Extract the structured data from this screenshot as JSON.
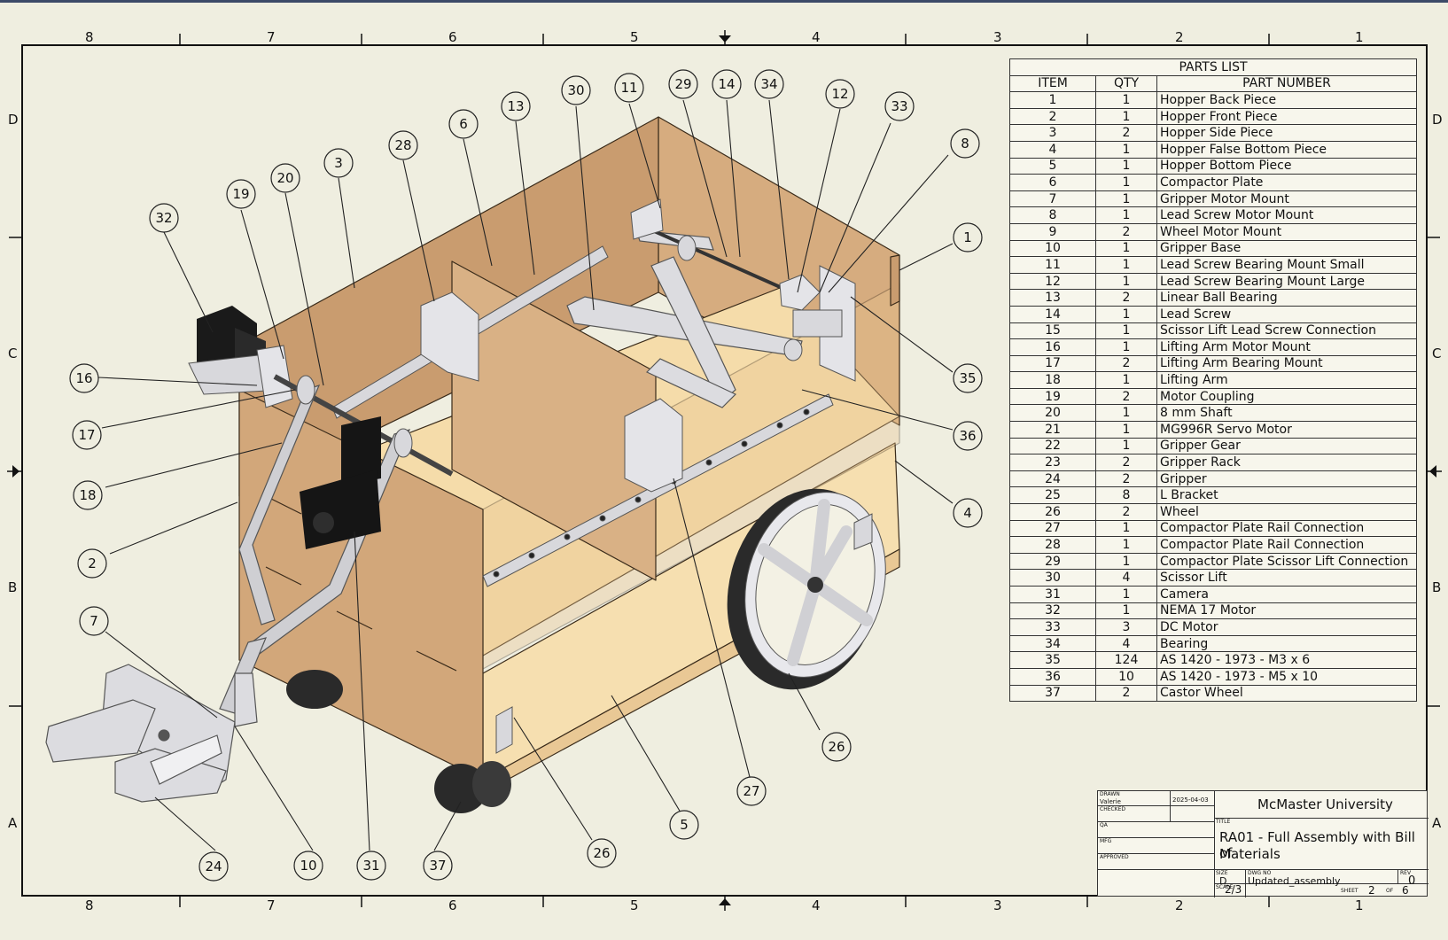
{
  "border": {
    "columns": [
      "8",
      "7",
      "6",
      "5",
      "4",
      "3",
      "2",
      "1"
    ],
    "rows": [
      "D",
      "C",
      "B",
      "A"
    ]
  },
  "parts_list": {
    "title": "PARTS LIST",
    "headers": [
      "ITEM",
      "QTY",
      "PART NUMBER"
    ],
    "rows": [
      [
        "1",
        "1",
        "Hopper Back Piece"
      ],
      [
        "2",
        "1",
        "Hopper Front Piece"
      ],
      [
        "3",
        "2",
        "Hopper Side Piece"
      ],
      [
        "4",
        "1",
        "Hopper False Bottom Piece"
      ],
      [
        "5",
        "1",
        "Hopper Bottom Piece"
      ],
      [
        "6",
        "1",
        "Compactor Plate"
      ],
      [
        "7",
        "1",
        "Gripper Motor Mount"
      ],
      [
        "8",
        "1",
        "Lead Screw Motor Mount"
      ],
      [
        "9",
        "2",
        "Wheel Motor Mount"
      ],
      [
        "10",
        "1",
        "Gripper Base"
      ],
      [
        "11",
        "1",
        "Lead Screw Bearing Mount Small"
      ],
      [
        "12",
        "1",
        "Lead Screw Bearing Mount Large"
      ],
      [
        "13",
        "2",
        "Linear Ball Bearing"
      ],
      [
        "14",
        "1",
        "Lead Screw"
      ],
      [
        "15",
        "1",
        "Scissor Lift Lead Screw Connection"
      ],
      [
        "16",
        "1",
        "Lifting Arm Motor Mount"
      ],
      [
        "17",
        "2",
        "Lifting Arm Bearing Mount"
      ],
      [
        "18",
        "1",
        "Lifting Arm"
      ],
      [
        "19",
        "2",
        "Motor Coupling"
      ],
      [
        "20",
        "1",
        "8 mm Shaft"
      ],
      [
        "21",
        "1",
        "MG996R Servo Motor"
      ],
      [
        "22",
        "1",
        "Gripper Gear"
      ],
      [
        "23",
        "2",
        "Gripper Rack"
      ],
      [
        "24",
        "2",
        "Gripper"
      ],
      [
        "25",
        "8",
        "L Bracket"
      ],
      [
        "26",
        "2",
        "Wheel"
      ],
      [
        "27",
        "1",
        "Compactor Plate Rail Connection"
      ],
      [
        "28",
        "1",
        "Compactor Plate Rail Connection"
      ],
      [
        "29",
        "1",
        "Compactor Plate Scissor Lift Connection"
      ],
      [
        "30",
        "4",
        "Scissor Lift"
      ],
      [
        "31",
        "1",
        "Camera"
      ],
      [
        "32",
        "1",
        "NEMA 17 Motor"
      ],
      [
        "33",
        "3",
        "DC Motor"
      ],
      [
        "34",
        "4",
        "Bearing"
      ],
      [
        "35",
        "124",
        "AS 1420 - 1973 - M3 x 6"
      ],
      [
        "36",
        "10",
        "AS 1420 - 1973 - M5 x 10"
      ],
      [
        "37",
        "2",
        "Castor Wheel"
      ]
    ]
  },
  "balloons": [
    "32",
    "19",
    "20",
    "3",
    "28",
    "6",
    "13",
    "30",
    "11",
    "29",
    "14",
    "34",
    "12",
    "33",
    "8",
    "1",
    "35",
    "36",
    "4",
    "26",
    "27",
    "5",
    "26",
    "37",
    "31",
    "10",
    "24",
    "7",
    "2",
    "18",
    "17",
    "16"
  ],
  "title_block": {
    "organization": "McMaster University",
    "drawn_label": "DRAWN",
    "drawn_by": "Valerie",
    "drawn_date": "2025-04-03",
    "checked_label": "CHECKED",
    "qa_label": "QA",
    "mfg_label": "MFG",
    "approved_label": "APPROVED",
    "title_label": "TITLE",
    "title_line1": "RA01 - Full Assembly with Bill of",
    "title_line2": "Materials",
    "size_label": "SIZE",
    "size": "D",
    "dwg_label": "DWG NO",
    "dwg_no": "Updated_assembly",
    "rev_label": "REV",
    "rev": "0",
    "scale_label": "SCALE",
    "scale": "2/3",
    "sheet_label": "SHEET",
    "sheet": "2",
    "of_label": "OF",
    "sheet_total": "6"
  },
  "colors": {
    "plywood_light": "#f4d9a6",
    "plywood_dark": "#d2a77a",
    "aluminum": "#d8d8dc",
    "motor": "#1a1a1a",
    "background": "#efeee0"
  }
}
